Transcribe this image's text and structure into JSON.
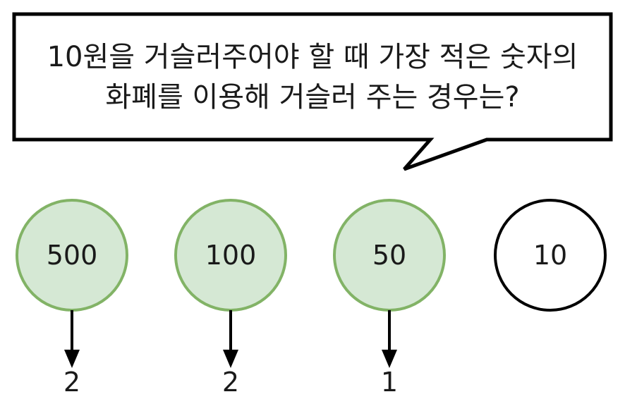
{
  "bubble": {
    "line1": "10원을 거슬러주어야 할 때 가장 적은 숫자의",
    "line2": "화폐를 이용해 거슬러 주는 경우는?"
  },
  "colors": {
    "used_fill": "#d5e8d4",
    "used_stroke": "#82b366",
    "unused_fill": "#ffffff",
    "unused_stroke": "#000000"
  },
  "coins": [
    {
      "label": "500",
      "used": true,
      "count": "2"
    },
    {
      "label": "100",
      "used": true,
      "count": "2"
    },
    {
      "label": "50",
      "used": true,
      "count": "1"
    },
    {
      "label": "10",
      "used": false,
      "count": ""
    }
  ]
}
